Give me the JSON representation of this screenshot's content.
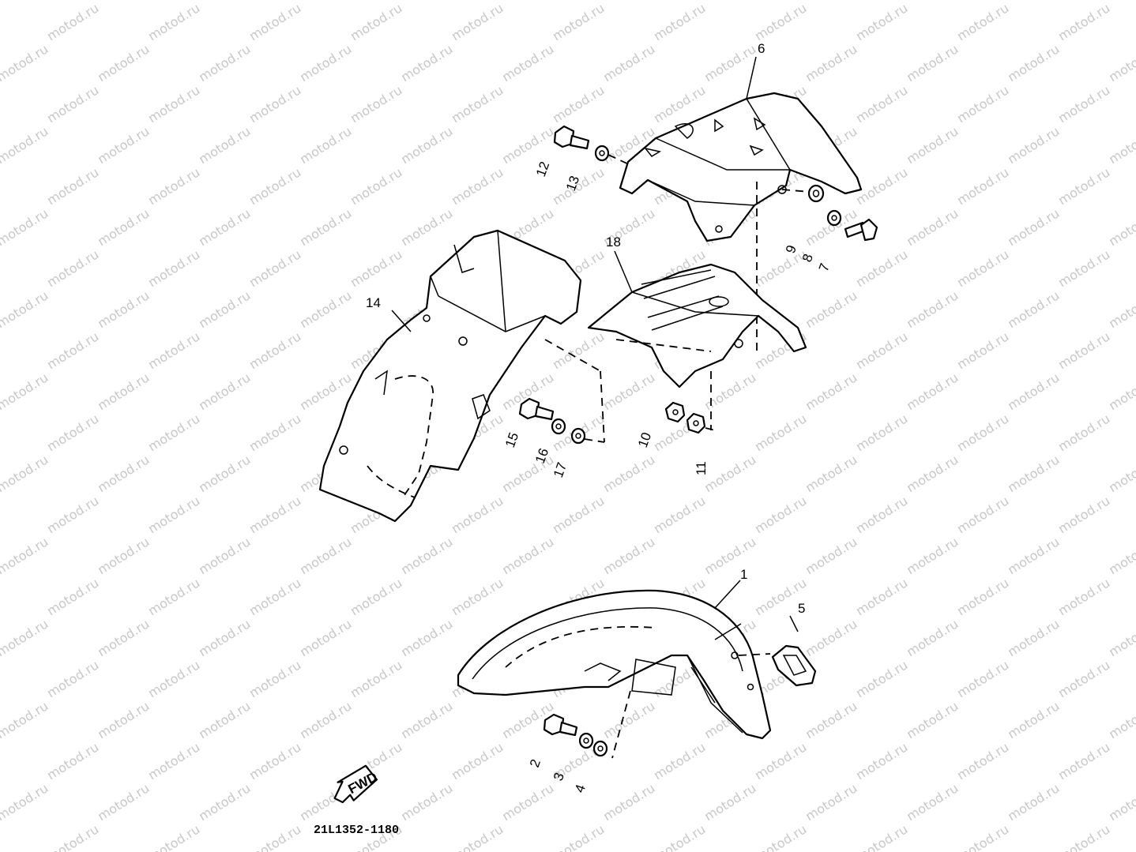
{
  "watermark": {
    "text": "motod.ru",
    "color": "#c8c8c8"
  },
  "diagram": {
    "part_number": "21L1352-1180",
    "fwd_label": "FWD",
    "callouts": [
      "1",
      "2",
      "3",
      "4",
      "5",
      "6",
      "7",
      "8",
      "9",
      "10",
      "11",
      "12",
      "13",
      "14",
      "15",
      "16",
      "17",
      "18"
    ]
  }
}
